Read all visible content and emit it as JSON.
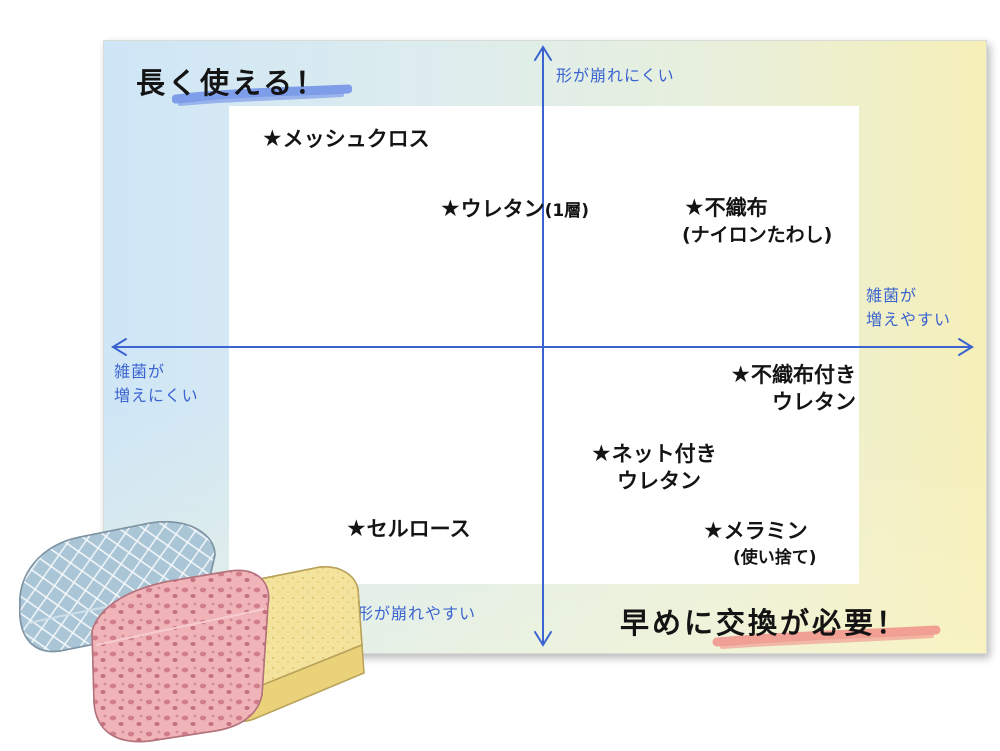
{
  "headlines": {
    "top_left": "長く使える！",
    "bottom_right": "早めに交換が必要！"
  },
  "axes": {
    "top": "形が崩れにくい",
    "bottom": "形が崩れやすい",
    "left_line1": "雑菌が",
    "left_line2": "増えにくい",
    "right_line1": "雑菌が",
    "right_line2": "増えやすい"
  },
  "star_glyph": "★",
  "items": {
    "mesh_cloth": {
      "name": "メッシュクロス"
    },
    "urethane_1": {
      "name": "ウレタン",
      "suffix": "(1層)"
    },
    "nonwoven": {
      "name": "不織布",
      "sub": "(ナイロンたわし)"
    },
    "nonwoven_urethane": {
      "name": "不織布付き",
      "sub": "ウレタン"
    },
    "net_urethane": {
      "name": "ネット付き",
      "sub": "ウレタン"
    },
    "cellulose": {
      "name": "セルロース"
    },
    "melamine": {
      "name": "メラミン",
      "sub": "(使い捨て)"
    }
  },
  "colors": {
    "axis": "#3b64d0",
    "highlight_blue": "#6f8fe8",
    "highlight_red": "#f0908a",
    "text": "#141414"
  },
  "icons": [
    "up-arrow-icon",
    "down-arrow-icon",
    "left-arrow-icon",
    "right-arrow-icon",
    "star-icon",
    "sponge-illustration"
  ]
}
